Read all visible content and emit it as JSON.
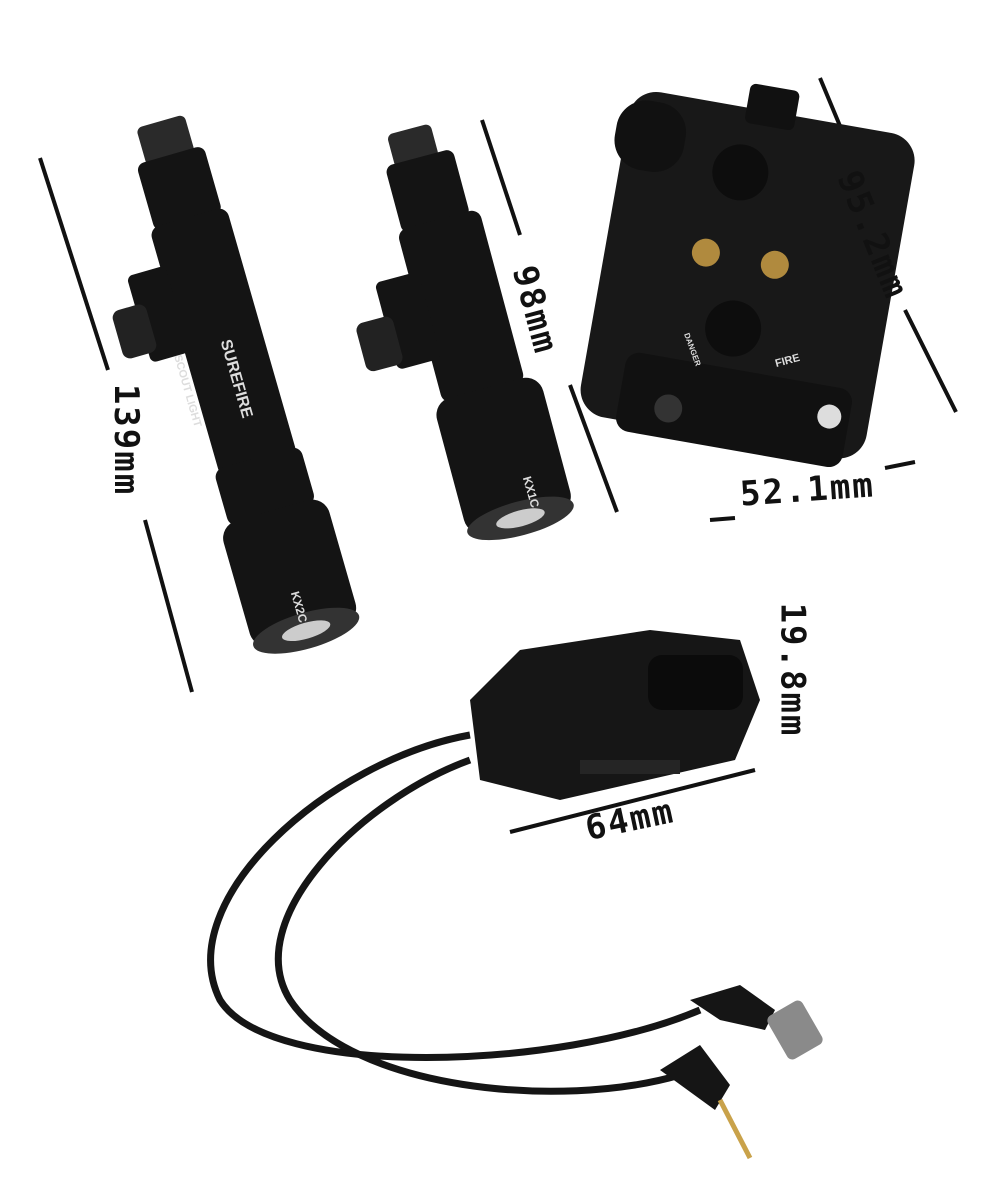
{
  "dimensions": {
    "light_large_length": "139mm",
    "light_small_length": "98mm",
    "laser_box_height": "95.2mm",
    "laser_box_width": "52.1mm",
    "switch_height": "19.8mm",
    "switch_length": "64mm"
  },
  "product_prints": {
    "large_light_brand": "SUREFIRE",
    "large_light_model": "SCOUT LIGHT",
    "large_light_head": "KX2C",
    "small_light_head": "KX1C",
    "box_fire": "FIRE",
    "box_danger": "DANGER"
  },
  "colors": {
    "body": "#141414",
    "background": "#ffffff",
    "brass": "#b08a3e"
  }
}
